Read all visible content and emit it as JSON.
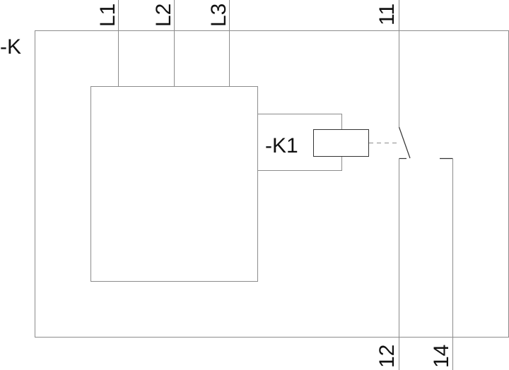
{
  "device": {
    "designation": "-K"
  },
  "coil": {
    "designation": "-K1"
  },
  "terminals": {
    "power": [
      "L1",
      "L2",
      "L3"
    ],
    "contact_common": "11",
    "contact_nc": "12",
    "contact_no": "14"
  },
  "colors": {
    "line": "#8c8c8c",
    "component": "#333333",
    "text": "#111111"
  }
}
